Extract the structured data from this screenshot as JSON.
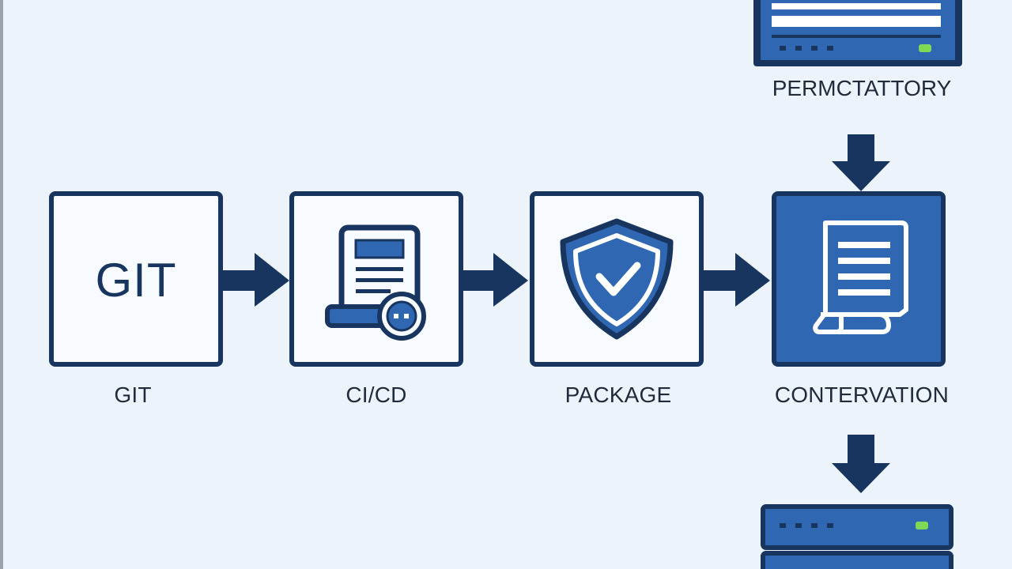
{
  "stages": [
    {
      "label": "GIT",
      "icon": "git-text",
      "inner_text": "GIT",
      "filled": false
    },
    {
      "label": "CI/CD",
      "icon": "document-pipeline-icon",
      "filled": false
    },
    {
      "label": "PACKAGE",
      "icon": "shield-check-icon",
      "filled": false
    },
    {
      "label": "CONTERVATION",
      "icon": "document-icon",
      "filled": true
    }
  ],
  "top_server": {
    "label": "PERMCTATTORY",
    "icon": "server-icon"
  },
  "bottom_server": {
    "icon": "server-icon"
  },
  "colors": {
    "background": "#edf3fb",
    "stroke": "#17355e",
    "accent": "#2f67b2",
    "indicator": "#7ed957"
  }
}
